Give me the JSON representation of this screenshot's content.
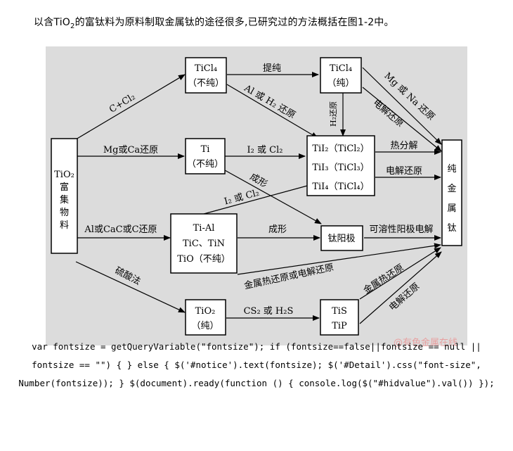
{
  "intro": {
    "pre": "以含TiO",
    "sub": "2",
    "post": "的富钛料为原料制取金属钛的途径很多,已研究过的方法概括在图1-2中。"
  },
  "nodes": {
    "tio2_rich": [
      "TiO₂",
      "富",
      "集",
      "物",
      "料"
    ],
    "ticl4_impure": [
      "TiCl₄",
      "（不纯）"
    ],
    "ticl4_pure": [
      "TiCl₄",
      "（纯）"
    ],
    "ti_impure": [
      "Ti",
      "（不纯）"
    ],
    "ti_halides": [
      "TiI₂（TiCl₂）",
      "TiI₃（TiCl₃）",
      "TiI₄（TiCl₄）"
    ],
    "pure_ti": [
      "纯",
      "金",
      "属",
      "钛"
    ],
    "ti_al": [
      "Ti-Al",
      "TiC、TiN",
      "TiO（不纯）"
    ],
    "anode": "钛阳极",
    "tio2_pure": [
      "TiO₂",
      "（纯）"
    ],
    "tis_tip": [
      "TiS",
      "TiP"
    ]
  },
  "edges": {
    "c_cl2": "C+Cl₂",
    "tichen": "提纯",
    "al_h2_reduce": "Al 或 H₂ 还原",
    "h2_reduce": "H₂还原",
    "mg_na_reduce": "Mg 或 Na 还原",
    "electrolytic_reduce_1": "电解还原",
    "mg_ca_reduce": "Mg或Ca还原",
    "i2_cl2": "I₂ 或 Cl₂",
    "thermal_decompose": "热分解",
    "electrolytic_reduce_2": "电解还原",
    "forming_1": "成形",
    "i2_cl2_diag": "I₂ 或 Cl₂",
    "al_cac_c_reduce": "Al或CaC或C还原",
    "forming_2": "成形",
    "soluble_anode": "可溶性阳极电解",
    "metal_thermal_or_electrolytic": "金属热还原或电解还原",
    "sulfuric_acid": "硫酸法",
    "cs2_h2s": "CS₂ 或 H₂S",
    "metal_thermal": "金属热还原",
    "electrolytic_reduce_3": "电解还原"
  },
  "watermark": "@有色金属在线",
  "code_text": "var fontsize = getQueryVariable(\"fontsize\"); if (fontsize==false||fontsize == null || fontsize == \"\") { } else { $('#notice').text(fontsize); $('#Detail').css(\"font-size\", Number(fontsize)); } $(document).ready(function () { console.log($(\"#hidvalue\").val()) });"
}
